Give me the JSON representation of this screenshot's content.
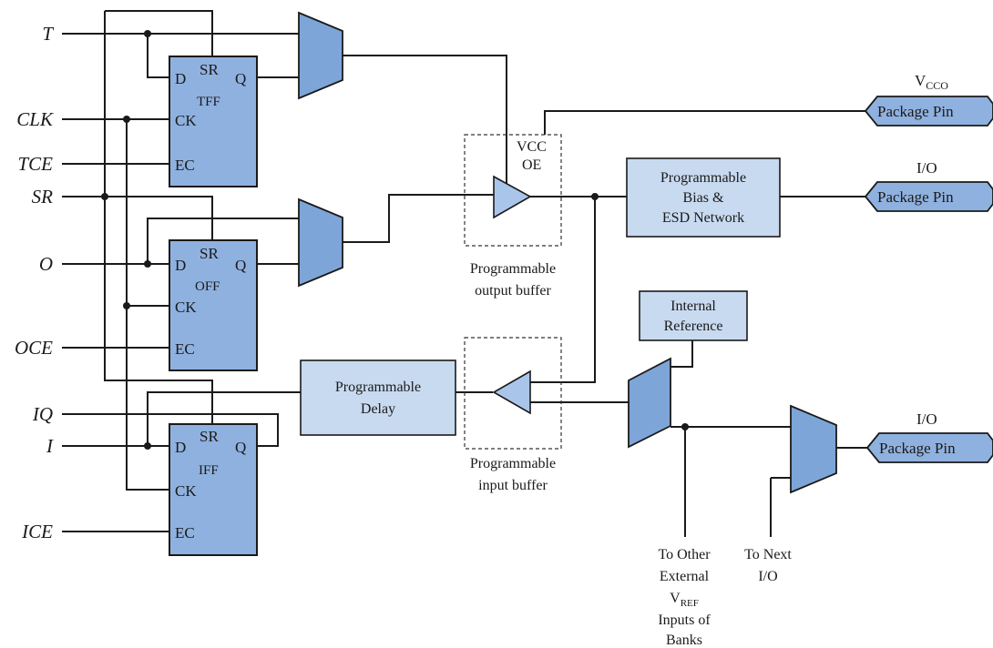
{
  "signals": {
    "t": "T",
    "clk": "CLK",
    "tce": "TCE",
    "sr": "SR",
    "o": "O",
    "oce": "OCE",
    "iq": "IQ",
    "i": "I",
    "ice": "ICE"
  },
  "flip_flops": {
    "tff": {
      "d": "D",
      "sr": "SR",
      "q": "Q",
      "name": "TFF",
      "ck": "CK",
      "ec": "EC"
    },
    "off": {
      "d": "D",
      "sr": "SR",
      "q": "Q",
      "name": "OFF",
      "ck": "CK",
      "ec": "EC"
    },
    "iff": {
      "d": "D",
      "sr": "SR",
      "q": "Q",
      "name": "IFF",
      "ck": "CK",
      "ec": "EC"
    }
  },
  "output_buffer": {
    "vcc": "VCC",
    "oe": "OE",
    "caption": [
      "Programmable",
      "output buffer"
    ]
  },
  "input_buffer": {
    "caption": [
      "Programmable",
      "input buffer"
    ]
  },
  "blocks": {
    "bias": [
      "Programmable",
      "Bias &",
      "ESD Network"
    ],
    "delay": [
      "Programmable",
      "Delay"
    ],
    "internal_ref": [
      "Internal",
      "Reference"
    ]
  },
  "pins": {
    "vcco_label_main": "V",
    "vcco_label_sub": "CCO",
    "vcco_pin": "Package Pin",
    "io1_label": "I/O",
    "io1_pin": "Package Pin",
    "io2_label": "I/O",
    "io2_pin": "Package Pin"
  },
  "bottom_notes": {
    "vref": {
      "line1": "To Other",
      "line2": "External",
      "line3_main": "V",
      "line3_sub": "REF",
      "line4": "Inputs of",
      "line5": "Banks"
    },
    "next": {
      "line1": "To Next",
      "line2": "I/O"
    }
  },
  "colors": {
    "block_blue": "#8fb1df",
    "light_blue": "#c8daf0",
    "line": "#1a1a1a"
  }
}
